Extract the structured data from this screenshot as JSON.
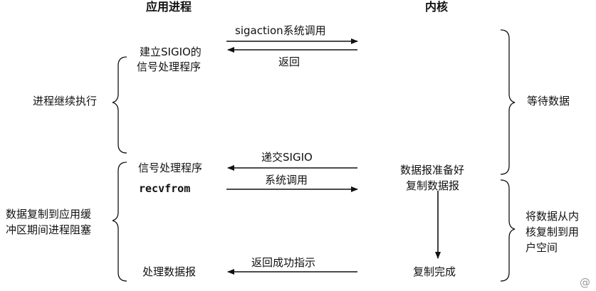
{
  "header": {
    "process": "应用进程",
    "kernel": "内核"
  },
  "arrows": {
    "sigaction": "sigaction系统调用",
    "return": "返回",
    "deliver": "递交SIGIO",
    "syscall": "系统调用",
    "success": "返回成功指示"
  },
  "process": {
    "setup_line1": "建立SIGIO的",
    "setup_line2": "信号处理程序",
    "handler": "信号处理程序",
    "recvfrom": "recvfrom",
    "handle": "处理数据报"
  },
  "kernel": {
    "ready": "数据报准备好",
    "copy": "复制数据报",
    "done": "复制完成"
  },
  "left_braces": {
    "continue": "进程继续执行",
    "blocked_line1": "数据复制到应用缓",
    "blocked_line2": "冲区期间进程阻塞"
  },
  "right_braces": {
    "wait": "等待数据",
    "copy_line1": "将数据从内",
    "copy_line2": "核复制到用",
    "copy_line3": "户空间"
  },
  "watermark": {
    "icon": "at-sign-icon"
  }
}
